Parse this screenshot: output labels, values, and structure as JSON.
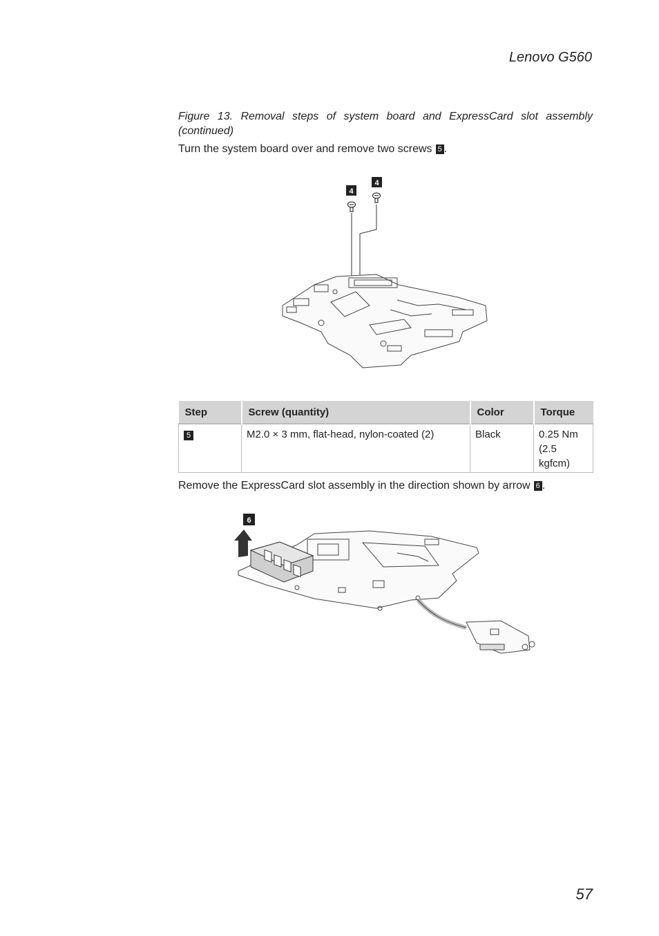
{
  "header": {
    "title": "Lenovo G560"
  },
  "figure": {
    "caption": "Figure 13. Removal steps of system board and ExpressCard slot assembly (continued)"
  },
  "step5": {
    "instruction": "Turn the system board over and remove two screws",
    "callout": "5",
    "end": ".",
    "figure_callouts": [
      "4",
      "4"
    ]
  },
  "screw_table": {
    "headers": [
      "Step",
      "Screw (quantity)",
      "Color",
      "Torque"
    ],
    "rows": [
      {
        "step": "5",
        "screw": "M2.0 × 3 mm, flat-head, nylon-coated (2)",
        "color": "Black",
        "torque_line1": "0.25 Nm",
        "torque_line2": "(2.5 kgfcm)"
      }
    ]
  },
  "step6": {
    "instruction": "Remove the ExpressCard slot assembly in the direction shown by arrow",
    "callout": "6",
    "end": ".",
    "figure_callout": "6"
  },
  "page_number": "57"
}
